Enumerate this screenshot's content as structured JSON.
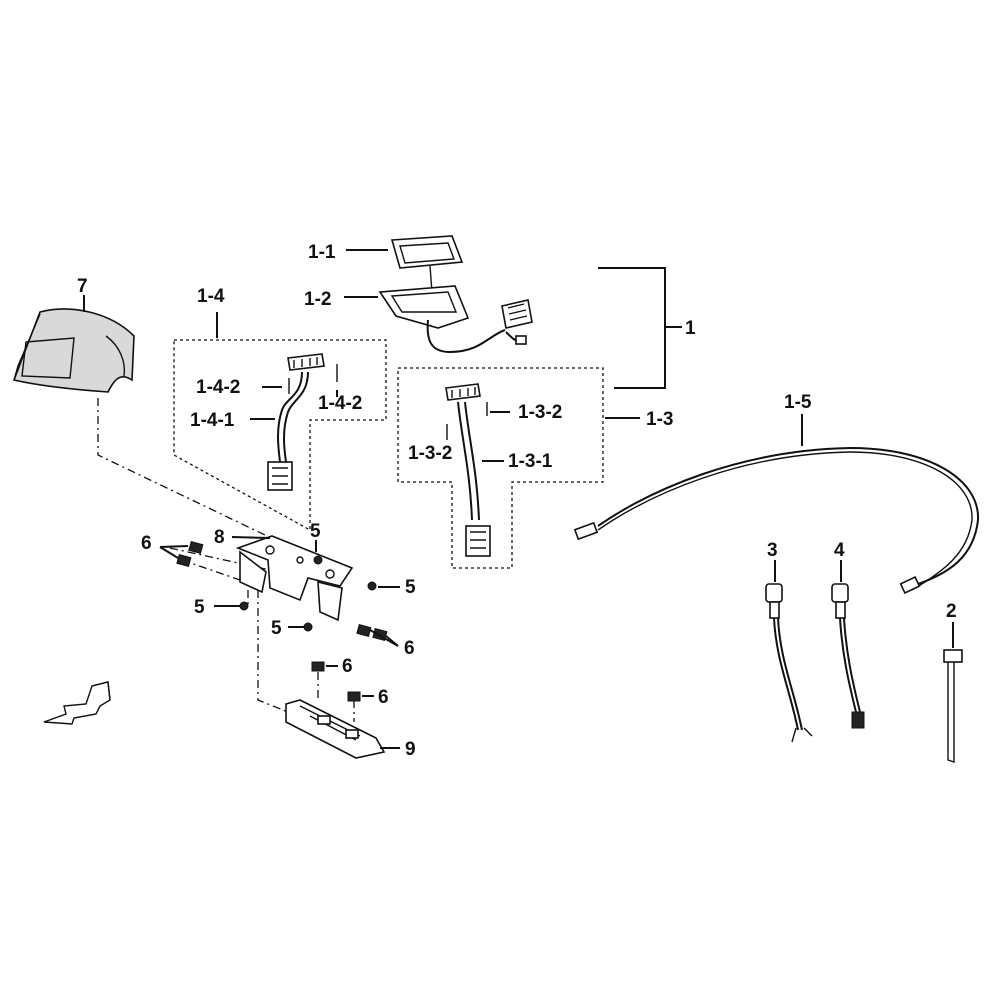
{
  "labels": {
    "l1": "1",
    "l1_1": "1-1",
    "l1_2": "1-2",
    "l1_3": "1-3",
    "l1_3_1": "1-3-1",
    "l1_3_2a": "1-3-2",
    "l1_3_2b": "1-3-2",
    "l1_4": "1-4",
    "l1_4_1": "1-4-1",
    "l1_4_2a": "1-4-2",
    "l1_4_2b": "1-4-2",
    "l1_5": "1-5",
    "l2": "2",
    "l3": "3",
    "l4": "4",
    "l5a": "5",
    "l5b": "5",
    "l5c": "5",
    "l5d": "5",
    "l6a": "6",
    "l6b": "6",
    "l6c": "6",
    "l6d": "6",
    "l7": "7",
    "l8": "8",
    "l9": "9"
  },
  "colors": {
    "line": "#111111",
    "background": "#ffffff",
    "shade": "#d9d9d9"
  },
  "icons": {
    "front_direction": "front-arrow-icon"
  }
}
